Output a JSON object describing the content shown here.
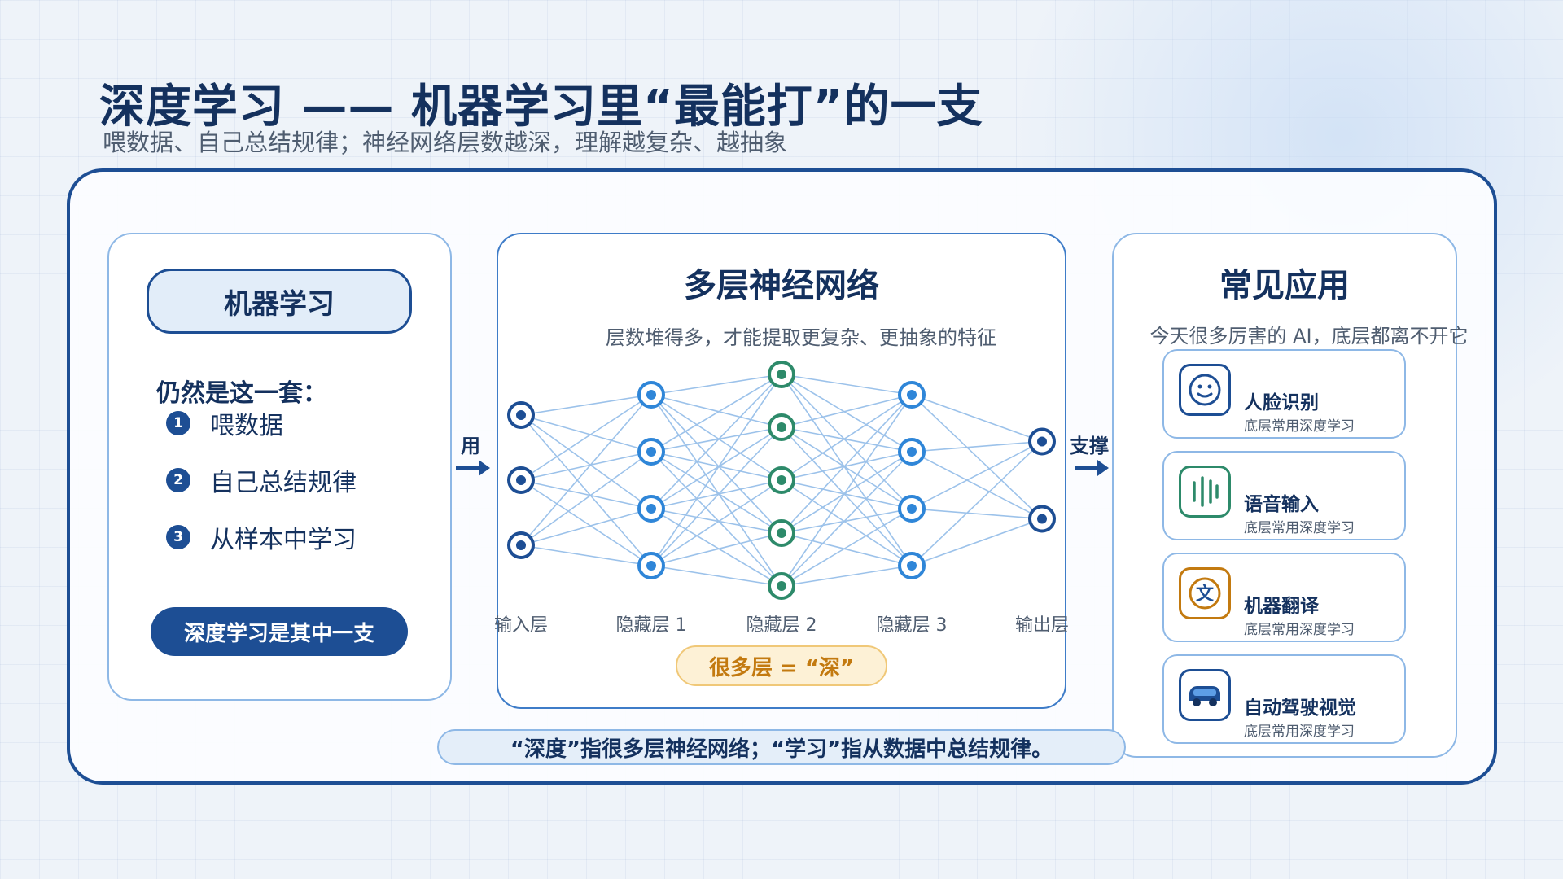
{
  "header": {
    "title": "深度学习 —— 机器学习里“最能打”的一支",
    "subtitle": "喂数据、自己总结规律；神经网络层数越深，理解越复杂、越抽象"
  },
  "left_card": {
    "pill": "机器学习",
    "lead": "仍然是这一套：",
    "steps": [
      {
        "num": "1",
        "text": "喂数据"
      },
      {
        "num": "2",
        "text": "自己总结规律"
      },
      {
        "num": "3",
        "text": "从样本中学习"
      }
    ],
    "bottom_pill": "深度学习是其中一支"
  },
  "arrows": {
    "use_label": "用",
    "support_label": "支撑"
  },
  "center_card": {
    "title": "多层神经网络",
    "subtitle": "层数堆得多，才能提取更复杂、更抽象的特征",
    "layers": [
      "输入层",
      "隐藏层 1",
      "隐藏层 2",
      "隐藏层 3",
      "输出层"
    ],
    "neurons_per_layer": [
      3,
      4,
      5,
      4,
      2
    ],
    "badge": "很多层 = “深”"
  },
  "right_card": {
    "title": "常见应用",
    "subtitle": "今天很多厉害的 AI，底层都离不开它",
    "apps": [
      {
        "name": "人脸识别",
        "desc": "底层常用深度学习",
        "icon": "face-icon",
        "color": "#1d4e94"
      },
      {
        "name": "语音输入",
        "desc": "底层常用深度学习",
        "icon": "microphone-wave-icon",
        "color": "#2d8a6a"
      },
      {
        "name": "机器翻译",
        "desc": "底层常用深度学习",
        "icon": "translate-text-icon",
        "color": "#c37a10"
      },
      {
        "name": "自动驾驶视觉",
        "desc": "底层常用深度学习",
        "icon": "car-icon",
        "color": "#1d4e94"
      }
    ]
  },
  "footer_note": "“深度”指很多层神经网络；“学习”指从数据中总结规律。",
  "colors": {
    "navy": "#1d4e94",
    "input_output_node": "#1d4e94",
    "hidden_node": "#2f86d8",
    "middle_node": "#2d8a6a",
    "accent_orange": "#c37a10"
  }
}
